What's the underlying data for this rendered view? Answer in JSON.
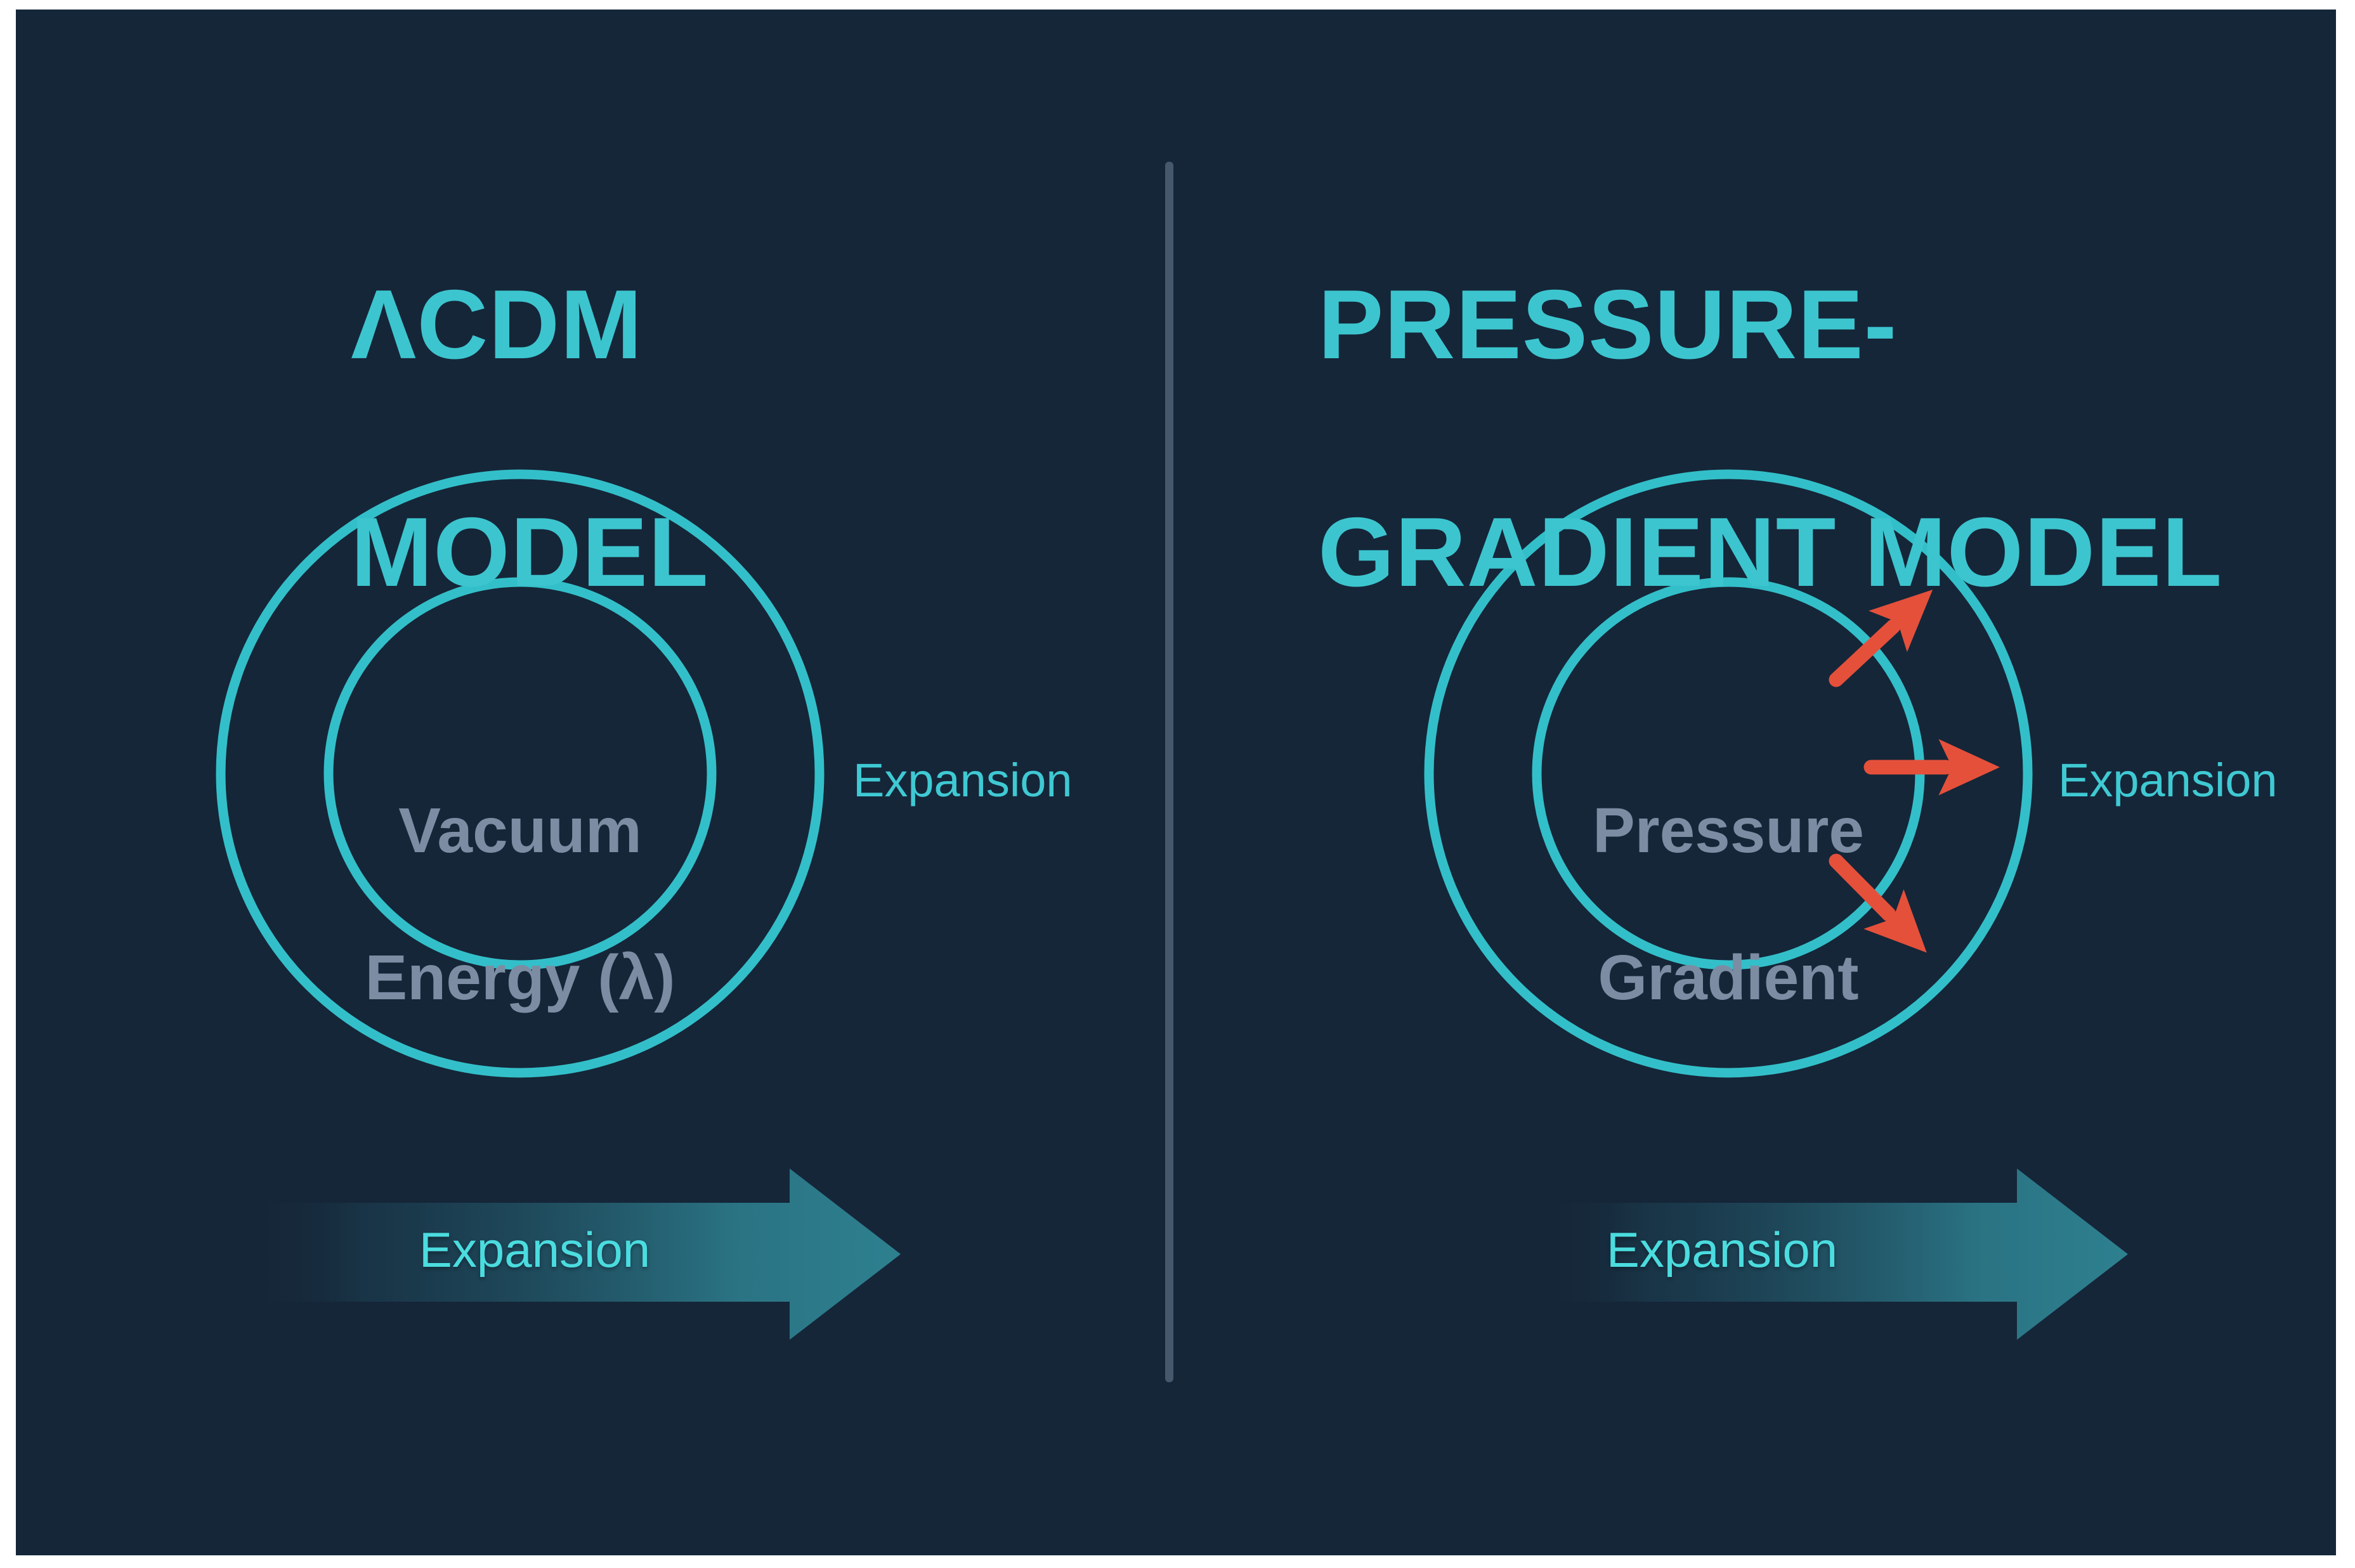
{
  "figure": {
    "description": "Comparison diagram of two cosmological expansion models on a dark navy slide with a white frame",
    "left_panel": {
      "title": {
        "line1": "ΛCDM",
        "line2": "MODEL"
      },
      "circle_label": {
        "line1": "Vacuum",
        "line2": "Energy (λ)"
      },
      "side_label": "Expansion",
      "bottom_arrow_label": "Expansion"
    },
    "right_panel": {
      "title": {
        "line1": "PRESSURE-",
        "line2": "GRADIENT MODEL"
      },
      "circle_label": {
        "line1": "Pressure",
        "line2": "Gradient"
      },
      "side_label": "Expansion",
      "bottom_arrow_label": "Expansion",
      "outward_arrow_count": 3
    },
    "colors": {
      "frame": "#FFFFFF",
      "background": "#152638",
      "title_teal": "#3CC5CF",
      "circle_stroke": "#33BFC9",
      "inner_label_gray_blue": "#7C8DA3",
      "side_label_teal": "#3FC9D3",
      "red_arrow": "#E5503B",
      "big_arrow_teal": "#2F8594",
      "big_arrow_label": "#4BDCDF",
      "divider": "#46586B"
    }
  }
}
